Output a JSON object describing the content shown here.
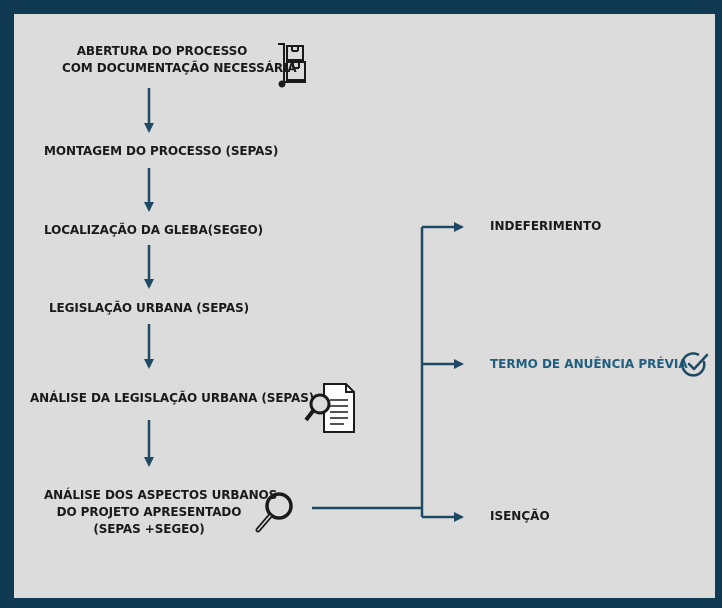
{
  "steps": [
    {
      "lines": [
        "ABERTURA DO PROCESSO",
        "COM DOCUMENTAÇÃO NECESSÁRIA"
      ]
    },
    {
      "lines": [
        "MONTAGEM DO PROCESSO (SEPAS)"
      ]
    },
    {
      "lines": [
        "LOCALIZAÇÃO DA GLEBA(SEGEO)"
      ]
    },
    {
      "lines": [
        "LEGISLAÇÃO URBANA (SEPAS)"
      ]
    },
    {
      "lines": [
        "ANÁLISE DA LEGISLAÇÃO URBANA (SEPAS)"
      ]
    },
    {
      "lines": [
        "ANÁLISE DOS ASPECTOS URBANOS",
        "DO PROJETO APRESENTADO",
        "(SEPAS +SEGEO)"
      ]
    }
  ],
  "outcomes": [
    {
      "label": "INDEFERIMENTO"
    },
    {
      "label": "TERMO DE ANUÊNCIA PRÉVIA"
    },
    {
      "label": "ISENÇÃO"
    }
  ],
  "colors": {
    "border": "#0f3a52",
    "background": "#dcdcdc",
    "lines": "#1f4a63",
    "accent_text": "#1f5e7e"
  },
  "icons": [
    "boxes-on-hand-truck-icon",
    "document-magnifier-icon",
    "magnifier-icon",
    "check-circle-icon"
  ]
}
